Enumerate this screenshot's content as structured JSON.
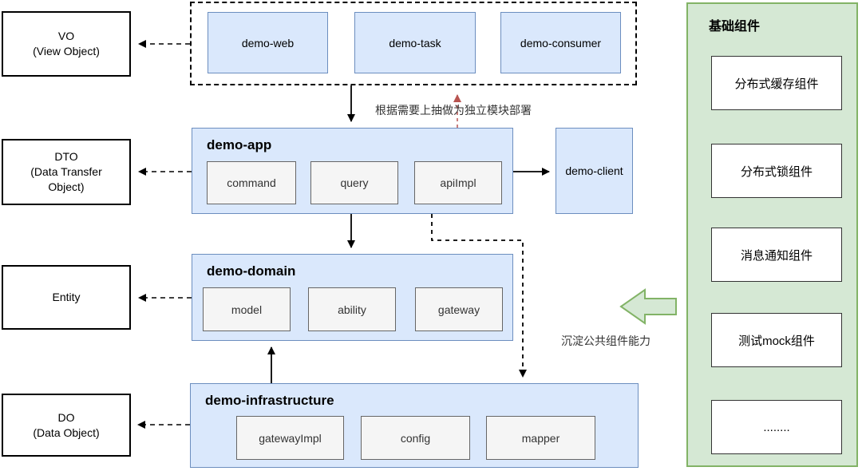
{
  "colors": {
    "blue_fill": "#dae8fc",
    "blue_stroke": "#6c8ebf",
    "green_fill": "#d5e8d4",
    "green_stroke": "#82b366",
    "gray_fill": "#f5f5f5",
    "gray_stroke": "#666666",
    "red_arrow": "#b85450"
  },
  "left_boxes": [
    {
      "id": "vo",
      "label": "VO\n(View Object)"
    },
    {
      "id": "dto",
      "label": "DTO\n(Data Transfer\nObject)"
    },
    {
      "id": "entity",
      "label": "Entity"
    },
    {
      "id": "do",
      "label": "DO\n(Data Object)"
    }
  ],
  "top_group": {
    "modules": [
      {
        "label": "demo-web"
      },
      {
        "label": "demo-task"
      },
      {
        "label": "demo-consumer"
      }
    ]
  },
  "layers": [
    {
      "title": "demo-app",
      "children": [
        "command",
        "query",
        "apiImpl"
      ]
    },
    {
      "title": "demo-domain",
      "children": [
        "model",
        "ability",
        "gateway"
      ]
    },
    {
      "title": "demo-infrastructure",
      "children": [
        "gatewayImpl",
        "config",
        "mapper"
      ]
    }
  ],
  "client_box": {
    "label": "demo-client"
  },
  "annotations": {
    "deploy_note": "根据需要上抽做为独立模块部署",
    "sink_note": "沉淀公共组件能力"
  },
  "components_panel": {
    "title": "基础组件",
    "items": [
      "分布式缓存组件",
      "分布式锁组件",
      "消息通知组件",
      "测试mock组件",
      "........"
    ]
  }
}
